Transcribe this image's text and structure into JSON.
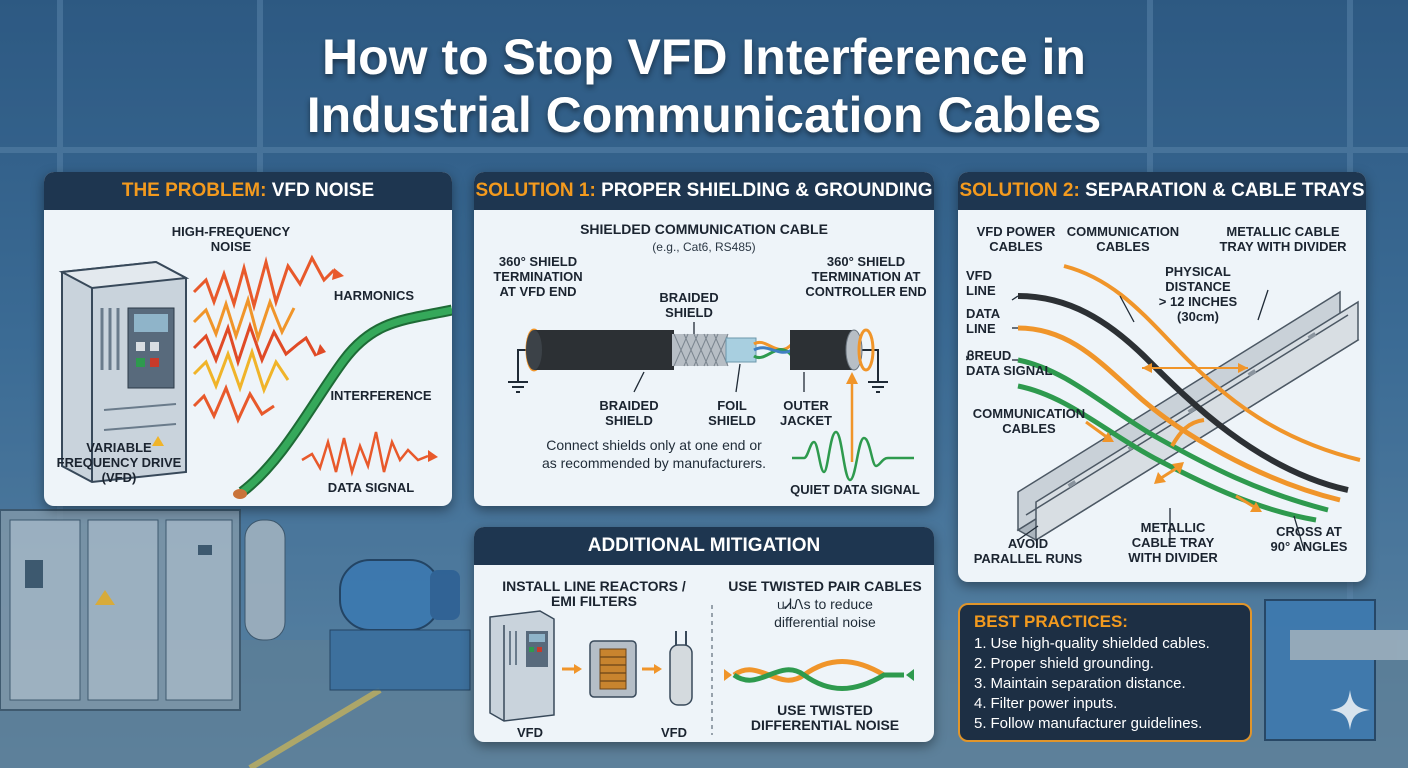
{
  "title_line1": "How to Stop VFD Interference in",
  "title_line2": "Industrial Communication Cables",
  "colors": {
    "navy": "#1e3650",
    "orange": "#f39a1e",
    "green": "#2e9a4e",
    "panel": "#eef4f9"
  },
  "problem": {
    "header_accent": "THE PROBLEM:",
    "header_rest": "VFD NOISE",
    "high_freq": "HIGH-FREQUENCY\nNOISE",
    "harmonics": "HARMONICS",
    "interference": "INTERFERENCE",
    "vfd_label": "VARIABLE\nFREQUENCY DRIVE\n(VFD)",
    "data_signal": "DATA SIGNAL"
  },
  "solution1": {
    "header_accent": "SOLUTION 1:",
    "header_rest": "PROPER SHIELDING & GROUNDING",
    "cable_title": "SHIELDED COMMUNICATION CABLE",
    "cable_sub": "(e.g., Cat6, RS485)",
    "left_term": "360° SHIELD\nTERMINATION\nAT VFD END",
    "braided_top": "BRAIDED\nSHIELD",
    "right_term": "360° SHIELD\nTERMINATION AT\nCONTROLLER END",
    "braided_bottom": "BRAIDED\nSHIELD",
    "foil": "FOIL\nSHIELD",
    "outer": "OUTER\nJACKET",
    "note": "Connect shields only at one end or\nas recommended by manufacturers.",
    "quiet": "QUIET DATA SIGNAL"
  },
  "solution2": {
    "header_accent": "SOLUTION 2:",
    "header_rest": "SEPARATION & CABLE TRAYS",
    "vfd_power": "VFD POWER\nCABLES",
    "comm_top": "COMMUNICATION\nCABLES",
    "metallic_top": "METALLIC CABLE\nTRAY WITH DIVIDER",
    "vfd_line": "VFD\nLINE",
    "data_line": "DATA\nLINE",
    "distance": "PHYSICAL\nDISTANCE\n> 12 INCHES\n(30cm)",
    "sreud": "ᏰREUD\nDATA SIGNAL",
    "comm_mid": "COMMUNICATION\nCABLES",
    "avoid": "AVOID\nPARALLEL RUNS",
    "metallic_bottom": "METALLIC\nCABLE TRAY\nWITH DIVIDER",
    "cross": "CROSS AT\n90° ANGLES"
  },
  "mitigation": {
    "header": "ADDITIONAL MITIGATION",
    "reactors": "INSTALL LINE REACTORS /\nEMI FILTERS",
    "vfd_left": "VFD",
    "vfd_right": "VFD",
    "twisted": "USE TWISTED PAIR CABLES",
    "twisted_sub": "ᥙᏗᏁs to reduce\ndifferential noise",
    "twisted_bottom": "USE TWISTED\nDIFFERENTIAL NOISE"
  },
  "best_practices": {
    "title": "BEST PRACTICES:",
    "items": [
      {
        "num": "1.",
        "text": "Use high-quality shielded cables."
      },
      {
        "num": "2.",
        "text": "Proper shield grounding."
      },
      {
        "num": "3.",
        "text": "Maintain separation distance."
      },
      {
        "num": "4.",
        "text": "Filter power inputs."
      },
      {
        "num": "5.",
        "text": "Follow manufacturer guidelines."
      }
    ]
  }
}
